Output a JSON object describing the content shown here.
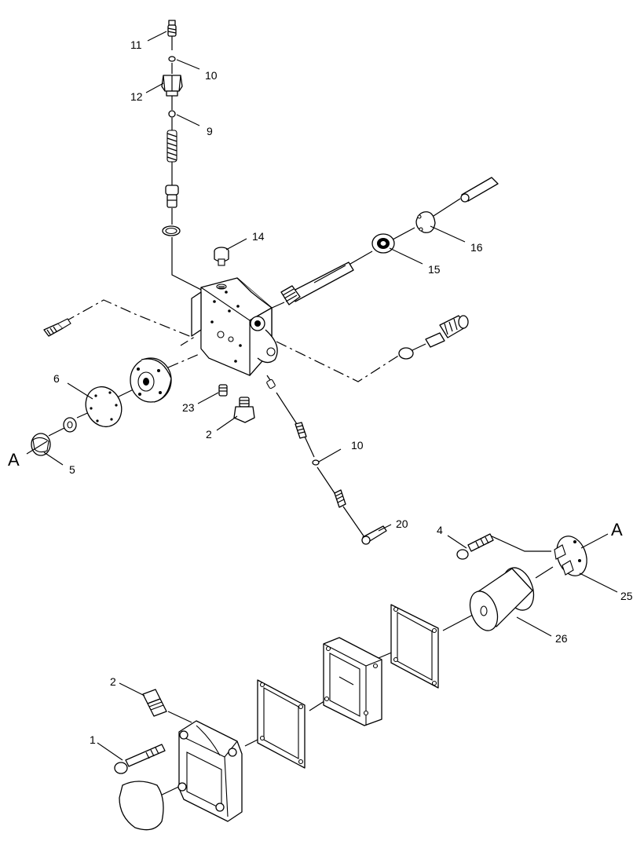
{
  "diagram": {
    "callouts": {
      "c11": "11",
      "c10a": "10",
      "c12": "12",
      "c9": "9",
      "c14": "14",
      "c16": "16",
      "c15": "15",
      "c6": "6",
      "c23": "23",
      "c2a": "2",
      "cA1": "A",
      "c5": "5",
      "c10b": "10",
      "c20": "20",
      "c4": "4",
      "cA2": "A",
      "c25": "25",
      "c26": "26",
      "c2b": "2",
      "c1": "1"
    }
  }
}
